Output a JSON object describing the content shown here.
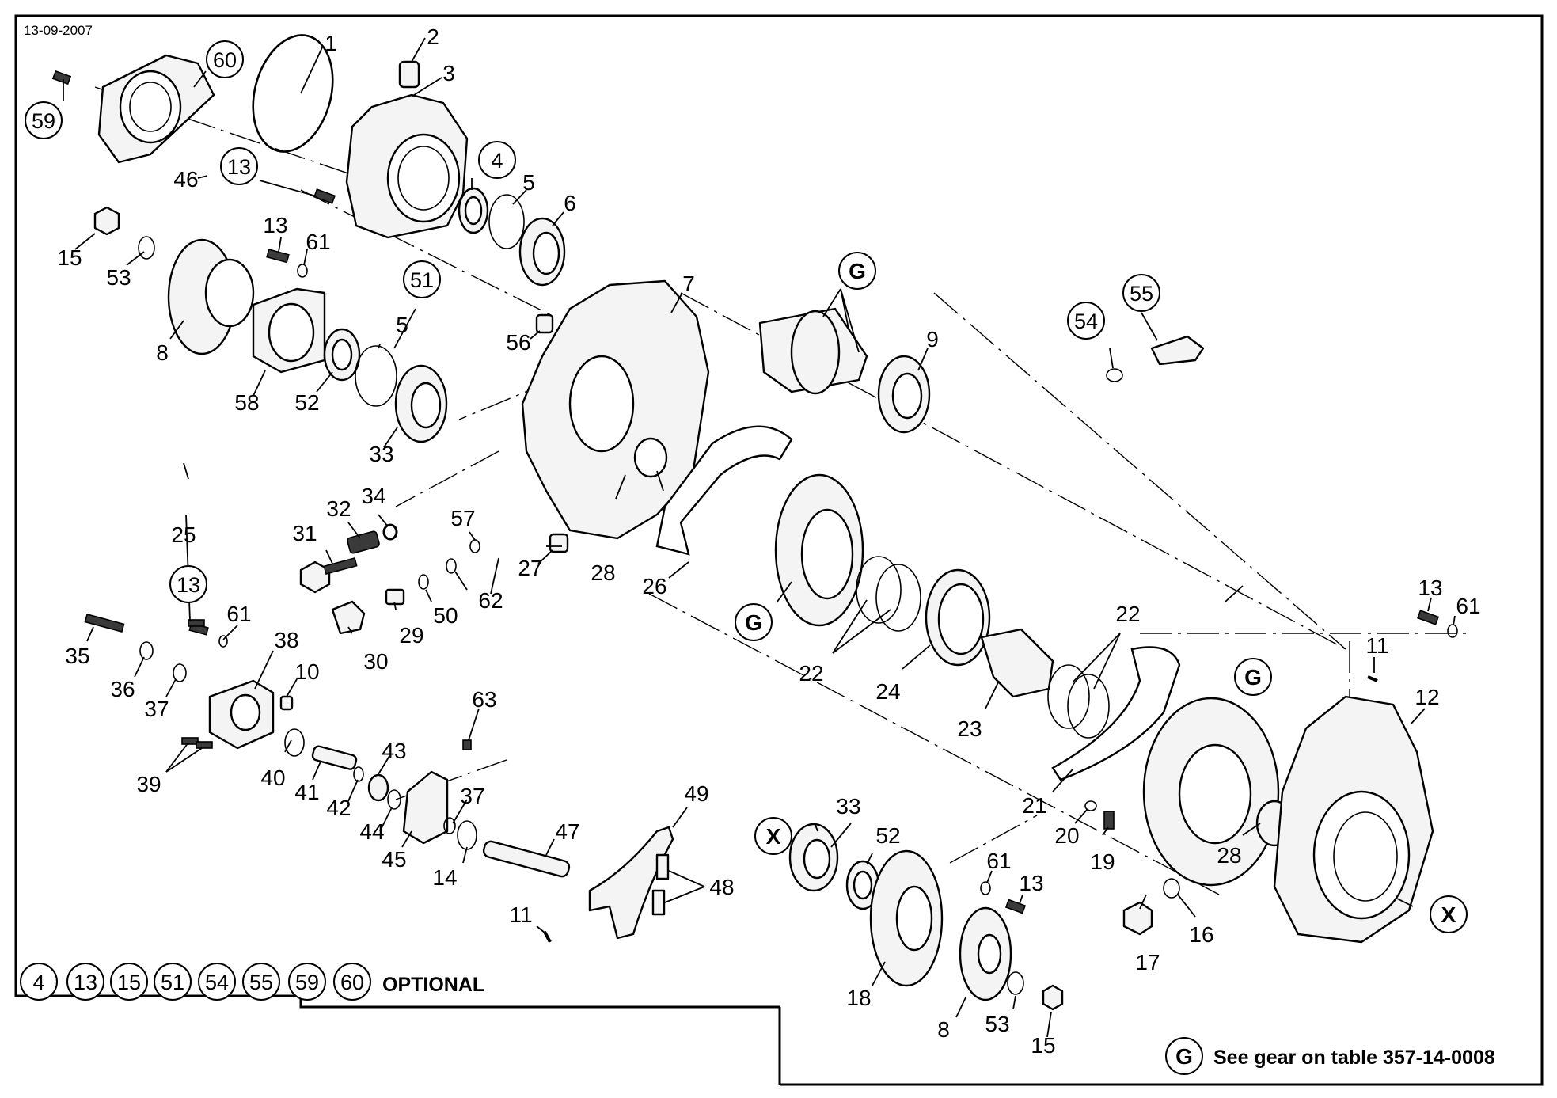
{
  "header": {
    "date": "13-09-2007"
  },
  "legend": {
    "optional_items": [
      "4",
      "13",
      "15",
      "51",
      "54",
      "55",
      "59",
      "60"
    ],
    "optional_text": "OPTIONAL",
    "gear_marker": "G",
    "gear_note": "See gear on table 357-14-0008"
  },
  "markers": {
    "gear": "G",
    "reference": "X"
  },
  "labels": {
    "p1": "1",
    "p2": "2",
    "p3": "3",
    "p4": "4",
    "p5a": "5",
    "p5b": "5",
    "p6": "6",
    "p7": "7",
    "p8a": "8",
    "p8b": "8",
    "p9": "9",
    "p10": "10",
    "p11a": "11",
    "p11b": "11",
    "p12": "12",
    "p13a": "13",
    "p13b": "13",
    "p13c": "13",
    "p13d": "13",
    "p13e": "13",
    "p14": "14",
    "p15a": "15",
    "p15b": "15",
    "p16": "16",
    "p17": "17",
    "p18": "18",
    "p19": "19",
    "p20": "20",
    "p21": "21",
    "p22a": "22",
    "p22b": "22",
    "p23": "23",
    "p24": "24",
    "p25": "25",
    "p26": "26",
    "p27": "27",
    "p28a": "28",
    "p28b": "28",
    "p29": "29",
    "p30": "30",
    "p31": "31",
    "p32": "32",
    "p33a": "33",
    "p33b": "33",
    "p34": "34",
    "p35": "35",
    "p36": "36",
    "p37a": "37",
    "p37b": "37",
    "p38": "38",
    "p39": "39",
    "p40": "40",
    "p41": "41",
    "p42": "42",
    "p43": "43",
    "p44": "44",
    "p45": "45",
    "p46": "46",
    "p47": "47",
    "p48": "48",
    "p49": "49",
    "p50": "50",
    "p51": "51",
    "p52a": "52",
    "p52b": "52",
    "p53a": "53",
    "p53b": "53",
    "p54": "54",
    "p55": "55",
    "p56": "56",
    "p57": "57",
    "p58": "58",
    "p59": "59",
    "p60": "60",
    "p61a": "61",
    "p61b": "61",
    "p61c": "61",
    "p61d": "61",
    "p62": "62",
    "p63": "63"
  }
}
